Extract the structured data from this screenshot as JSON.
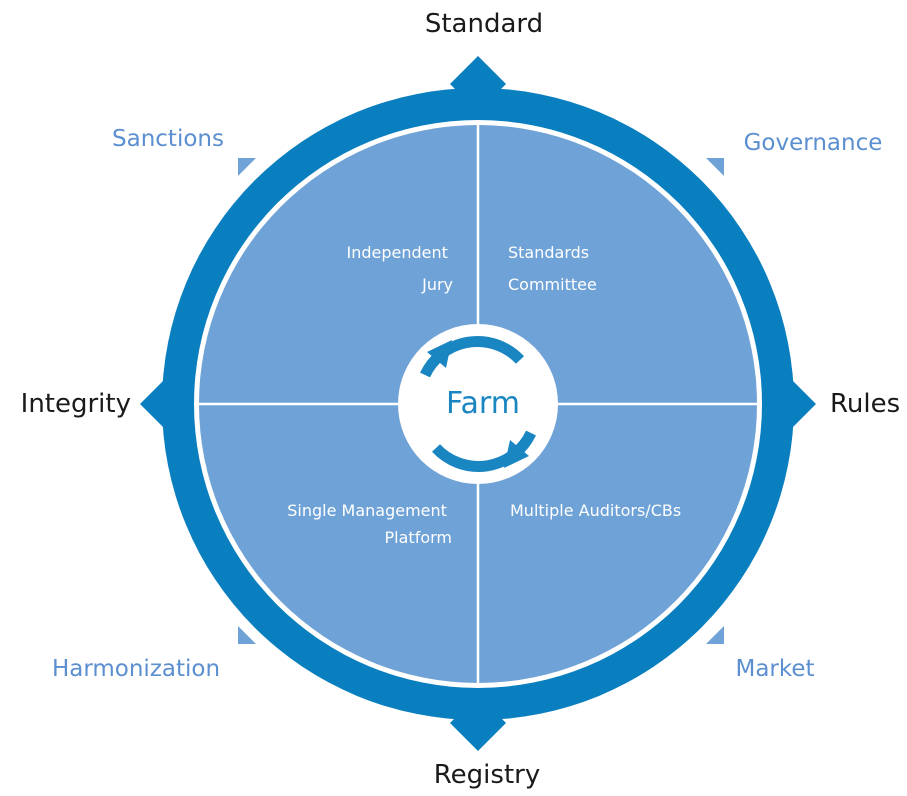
{
  "compass": {
    "top": "Standard",
    "right": "Rules",
    "bottom": "Registry",
    "left": "Integrity"
  },
  "corners": {
    "top_left": "Sanctions",
    "top_right": "Governance",
    "bottom_left": "Harmonization",
    "bottom_right": "Market"
  },
  "quadrants": {
    "top_left": [
      "Independent",
      "Jury"
    ],
    "top_right": [
      "Standards",
      "Committee"
    ],
    "bottom_left": [
      "Single Management",
      "Platform"
    ],
    "bottom_right": [
      "Multiple Auditors/CBs"
    ]
  },
  "center": "Farm",
  "colors": {
    "ring": "#0a7fbf",
    "fill": "#6fa2d6",
    "accent_text": "#5b8fd0",
    "center_icon": "#1a86c1",
    "divider": "#ffffff"
  }
}
